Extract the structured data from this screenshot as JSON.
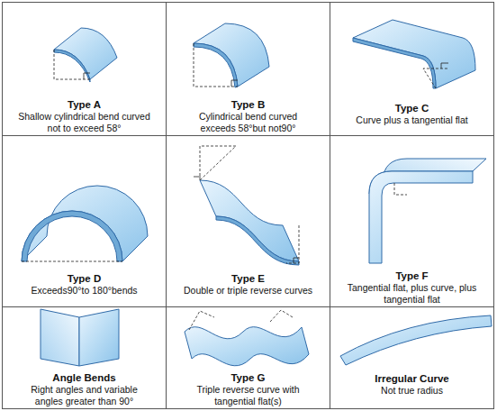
{
  "diagram": {
    "nodes": [
      {
        "text": [
          "Type A",
          "Shallow cylindrical bend curved not to exceed 58°"
        ]
      },
      {
        "text": [
          "Type B",
          "Cylindrical bend curved exceeds 58°but not90°"
        ]
      },
      {
        "text": [
          "Type C",
          "Curve plus a tangential flat"
        ]
      },
      {
        "text": [
          "Type D",
          "Exceeds90°to 180°bends"
        ]
      },
      {
        "text": [
          "Type E",
          "Double or triple reverse curves"
        ]
      },
      {
        "text": [
          "Type F",
          "Tangential flat, plus curve, plus tangential flat"
        ]
      },
      {
        "text": [
          "Angle Bends",
          "Right angles and variable angles greater than 90°"
        ]
      },
      {
        "text": [
          "Type G",
          "Triple reverse curve with tangential flat(s)"
        ]
      },
      {
        "text": [
          "Irregular Curve",
          "Not true radius"
        ]
      }
    ]
  }
}
